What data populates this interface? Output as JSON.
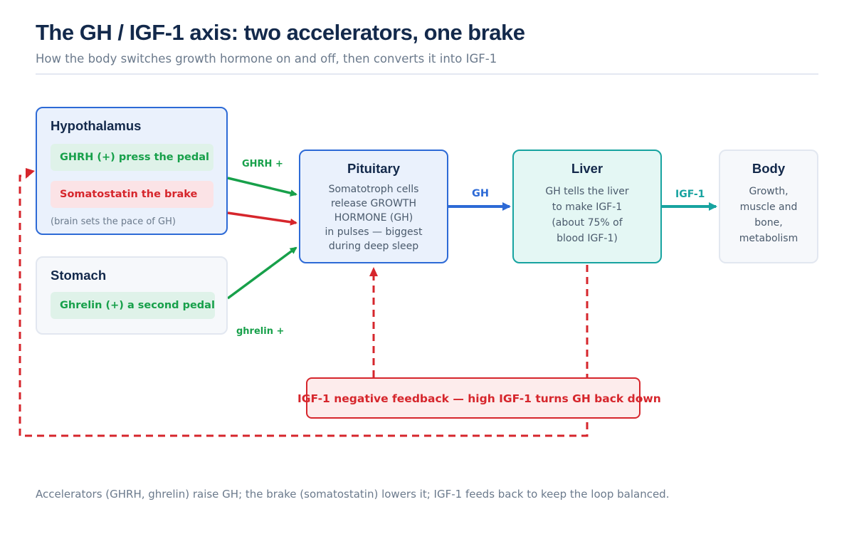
{
  "header": {
    "title": "The GH / IGF-1 axis: two accelerators, one brake",
    "subtitle": "How the body switches growth hormone on and off, then converts it into IGF-1"
  },
  "hypothalamus": {
    "title": "Hypothalamus",
    "ghrh_pill": "GHRH (+) press the pedal",
    "somatostatin_pill": "Somatostatin the brake",
    "note": "(brain sets the pace of GH)"
  },
  "stomach": {
    "title": "Stomach",
    "ghrelin_pill": "Ghrelin (+) a second pedal"
  },
  "pituitary": {
    "title": "Pituitary",
    "lines": [
      "Somatotroph cells",
      "release GROWTH",
      "HORMONE (GH)",
      "in pulses — biggest",
      "during deep sleep"
    ]
  },
  "liver": {
    "title": "Liver",
    "lines": [
      "GH tells the liver",
      "to make IGF-1",
      "(about 75% of",
      "blood IGF-1)"
    ]
  },
  "body": {
    "title": "Body",
    "lines": [
      "Growth,",
      "muscle and",
      "bone,",
      "metabolism"
    ]
  },
  "edge_labels": {
    "ghrh": "GHRH +",
    "ghrelin": "ghrelin +",
    "gh": "GH",
    "igf1": "IGF-1"
  },
  "feedback": {
    "label": "IGF-1 negative feedback — high IGF-1 turns GH back down"
  },
  "footer": "Accelerators (GHRH, ghrelin) raise GH; the brake (somatostatin) lowers it; IGF-1 feeds back to keep the loop balanced.",
  "colors": {
    "navy": "#13294b",
    "blue": "#2d6ad6",
    "green": "#17a04a",
    "red": "#d6262c",
    "teal": "#17a3a0",
    "gray_text": "#6b7a8c"
  }
}
